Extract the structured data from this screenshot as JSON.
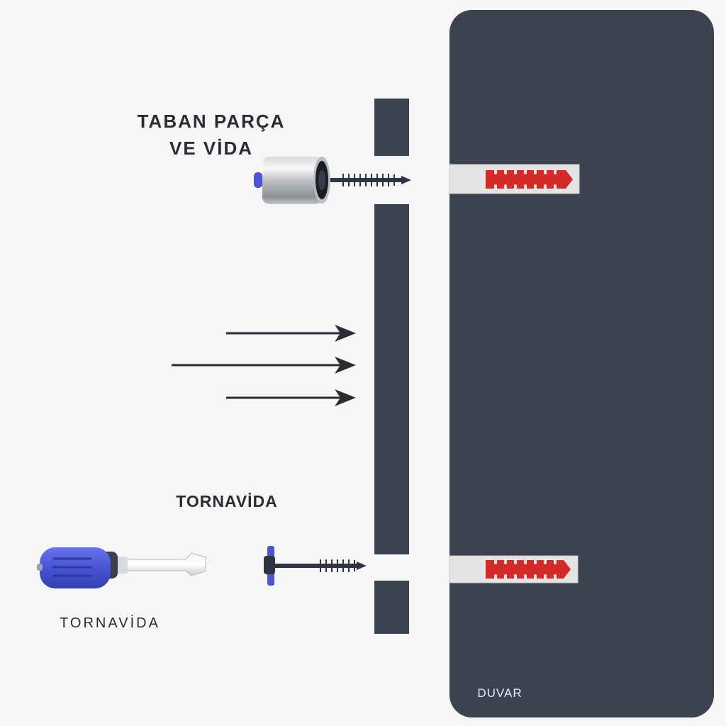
{
  "labels": {
    "base_part_line1": "TABAN PARÇA",
    "base_part_line2": "VE VİDA",
    "screwdriver_top": "TORNAVİDA",
    "screwdriver_bottom": "TORNAVİDA",
    "wall": "DUVAR"
  },
  "colors": {
    "background": "#f6f6f6",
    "wall": "#3c4252",
    "panel": "#3c4252",
    "anchor_red": "#d42a2a",
    "anchor_sleeve": "#e4e4e4",
    "screwdriver_handle": "#4a5ad8",
    "screw_head_blue": "#4c54d0",
    "arrow": "#2a2c33"
  },
  "icons": {
    "base_part": "cylinder-standoff-icon",
    "screw": "screw-icon",
    "anchor": "wall-plug-icon",
    "screwdriver": "screwdriver-icon",
    "arrow": "arrow-right-icon"
  }
}
